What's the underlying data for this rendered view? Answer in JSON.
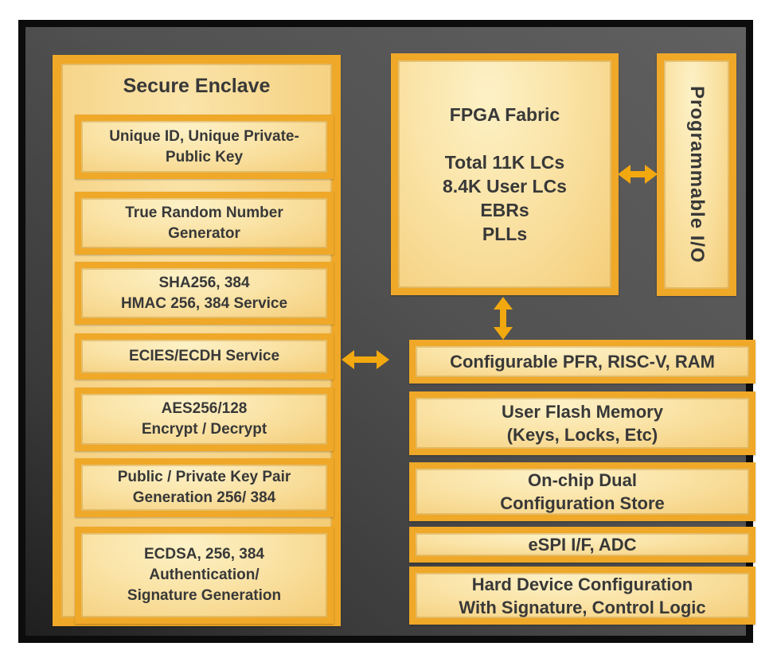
{
  "secure_enclave": {
    "title": "Secure Enclave",
    "items": [
      {
        "label": "Unique ID, Unique Private-\nPublic Key"
      },
      {
        "label": "True Random Number\nGenerator"
      },
      {
        "label": "SHA256, 384\nHMAC 256, 384 Service"
      },
      {
        "label": "ECIES/ECDH Service"
      },
      {
        "label": "AES256/128\nEncrypt / Decrypt"
      },
      {
        "label": "Public / Private Key Pair\nGeneration 256/ 384"
      },
      {
        "label": "ECDSA, 256, 384\nAuthentication/\nSignature Generation"
      }
    ]
  },
  "fpga_fabric": {
    "title": "FPGA Fabric",
    "details": "Total 11K LCs\n8.4K User LCs\nEBRs\nPLLs"
  },
  "programmable_io": {
    "label": "Programmable I/O"
  },
  "blocks": {
    "configurable_pfr": "Configurable PFR, RISC-V, RAM",
    "user_flash": "User Flash Memory\n(Keys, Locks, Etc)",
    "config_store": "On-chip Dual\nConfiguration Store",
    "espi": "eSPI I/F, ADC",
    "hard_config": "Hard Device Configuration\nWith Signature, Control Logic"
  },
  "arrows": [
    {
      "name": "secure-enclave-pfr-arrow",
      "type": "double-headed-horizontal"
    },
    {
      "name": "fabric-programmable-io-arrow",
      "type": "double-headed-horizontal"
    },
    {
      "name": "fabric-pfr-arrow",
      "type": "double-headed-vertical"
    }
  ],
  "colors": {
    "accent_orange": "#EFA828",
    "arrow_orange": "#F2A80F",
    "box_fill_light": "#FDF1C6",
    "box_fill_dark": "#F4CD79",
    "chip_background_dark": "#3A3A3A",
    "frame_black": "#0C0C0C",
    "text": "#383838"
  }
}
